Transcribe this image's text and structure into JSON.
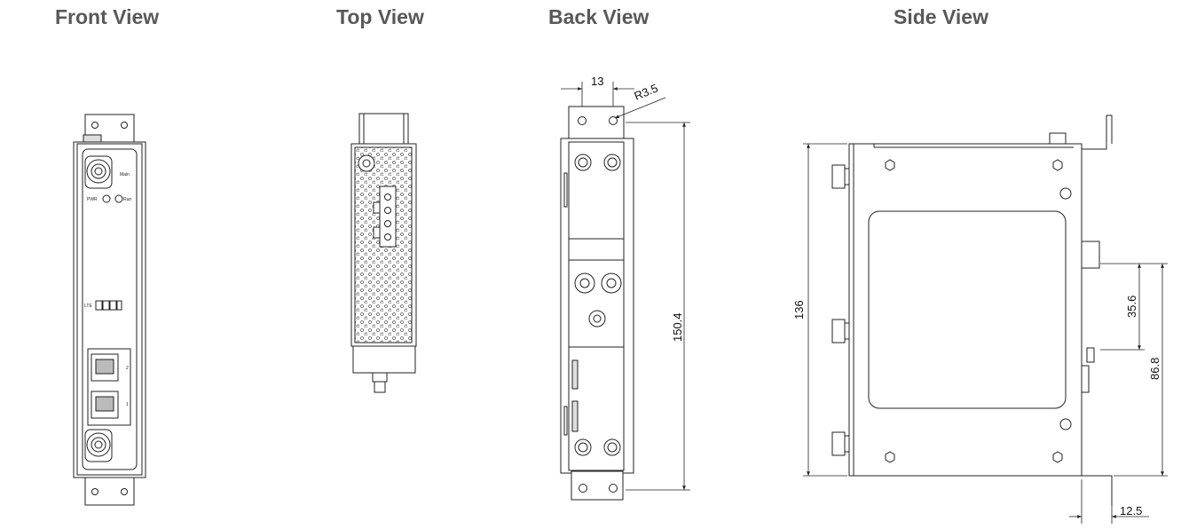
{
  "titles": {
    "front": "Front View",
    "top": "Top View",
    "back": "Back View",
    "side": "Side View"
  },
  "dimensions": {
    "hole_spacing": "13",
    "hole_radius": "R3.5",
    "back_height": "150.4",
    "side_height": "136",
    "rail_offset": "35.6",
    "mount_height": "86.8",
    "foot_width": "12.5"
  },
  "front_labels": {
    "main": "Main",
    "pwr": "PWR",
    "run": "Run",
    "lte": "LTE",
    "port2": "2",
    "port1": "1"
  }
}
